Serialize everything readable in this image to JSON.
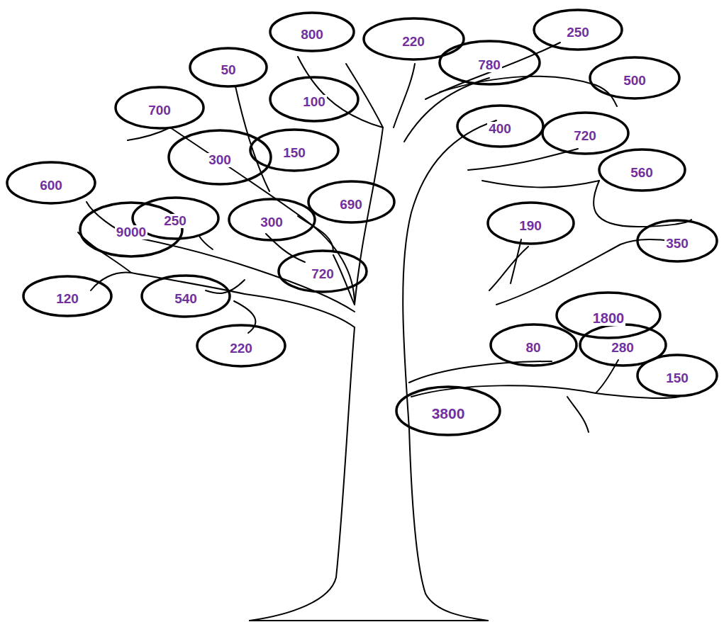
{
  "diagram": {
    "nodes": [
      {
        "text": [
          "800"
        ]
      },
      {
        "text": [
          "220"
        ]
      },
      {
        "text": [
          "250"
        ]
      },
      {
        "text": [
          "780"
        ]
      },
      {
        "text": [
          "50"
        ]
      },
      {
        "text": [
          "500"
        ]
      },
      {
        "text": [
          "100"
        ]
      },
      {
        "text": [
          "700"
        ]
      },
      {
        "text": [
          "400"
        ]
      },
      {
        "text": [
          "720"
        ]
      },
      {
        "text": [
          "300"
        ]
      },
      {
        "text": [
          "150"
        ]
      },
      {
        "text": [
          "560"
        ]
      },
      {
        "text": [
          "600"
        ]
      },
      {
        "text": [
          "690"
        ]
      },
      {
        "text": [
          "9000"
        ]
      },
      {
        "text": [
          "250"
        ]
      },
      {
        "text": [
          "300"
        ]
      },
      {
        "text": [
          "190"
        ]
      },
      {
        "text": [
          "350"
        ]
      },
      {
        "text": [
          "720"
        ]
      },
      {
        "text": [
          "120"
        ]
      },
      {
        "text": [
          "540"
        ]
      },
      {
        "text": [
          "1800"
        ]
      },
      {
        "text": [
          "220"
        ]
      },
      {
        "text": [
          "80"
        ]
      },
      {
        "text": [
          "280"
        ]
      },
      {
        "text": [
          "150"
        ]
      },
      {
        "text": [
          "3800"
        ]
      }
    ]
  }
}
